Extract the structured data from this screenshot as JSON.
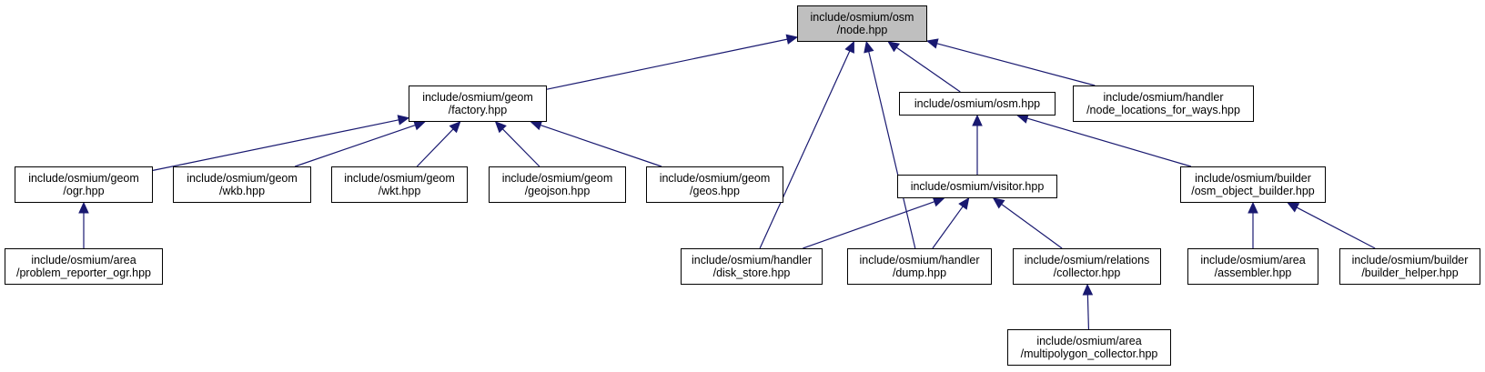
{
  "colors": {
    "edge": "#191970",
    "root_fill": "#bfbfbf",
    "node_fill": "#ffffff",
    "border": "#000000"
  },
  "nodes": {
    "node_hpp": {
      "line1": "include/osmium/osm",
      "line2": "/node.hpp"
    },
    "factory": {
      "line1": "include/osmium/geom",
      "line2": "/factory.hpp"
    },
    "osm_hpp": {
      "line1": "include/osmium/osm.hpp"
    },
    "node_locations": {
      "line1": "include/osmium/handler",
      "line2": "/node_locations_for_ways.hpp"
    },
    "ogr": {
      "line1": "include/osmium/geom",
      "line2": "/ogr.hpp"
    },
    "wkb": {
      "line1": "include/osmium/geom",
      "line2": "/wkb.hpp"
    },
    "wkt": {
      "line1": "include/osmium/geom",
      "line2": "/wkt.hpp"
    },
    "geojson": {
      "line1": "include/osmium/geom",
      "line2": "/geojson.hpp"
    },
    "geos": {
      "line1": "include/osmium/geom",
      "line2": "/geos.hpp"
    },
    "visitor": {
      "line1": "include/osmium/visitor.hpp"
    },
    "osm_object_builder": {
      "line1": "include/osmium/builder",
      "line2": "/osm_object_builder.hpp"
    },
    "problem_reporter_ogr": {
      "line1": "include/osmium/area",
      "line2": "/problem_reporter_ogr.hpp"
    },
    "disk_store": {
      "line1": "include/osmium/handler",
      "line2": "/disk_store.hpp"
    },
    "dump": {
      "line1": "include/osmium/handler",
      "line2": "/dump.hpp"
    },
    "collector": {
      "line1": "include/osmium/relations",
      "line2": "/collector.hpp"
    },
    "assembler": {
      "line1": "include/osmium/area",
      "line2": "/assembler.hpp"
    },
    "builder_helper": {
      "line1": "include/osmium/builder",
      "line2": "/builder_helper.hpp"
    },
    "multipolygon_collector": {
      "line1": "include/osmium/area",
      "line2": "/multipolygon_collector.hpp"
    }
  },
  "edges": [
    {
      "from": "factory",
      "to": "node_hpp"
    },
    {
      "from": "disk_store",
      "to": "node_hpp"
    },
    {
      "from": "dump",
      "to": "node_hpp"
    },
    {
      "from": "osm_hpp",
      "to": "node_hpp"
    },
    {
      "from": "node_locations",
      "to": "node_hpp"
    },
    {
      "from": "ogr",
      "to": "factory"
    },
    {
      "from": "wkb",
      "to": "factory"
    },
    {
      "from": "wkt",
      "to": "factory"
    },
    {
      "from": "geojson",
      "to": "factory"
    },
    {
      "from": "geos",
      "to": "factory"
    },
    {
      "from": "problem_reporter_ogr",
      "to": "ogr"
    },
    {
      "from": "visitor",
      "to": "osm_hpp"
    },
    {
      "from": "osm_object_builder",
      "to": "osm_hpp"
    },
    {
      "from": "disk_store",
      "to": "visitor"
    },
    {
      "from": "dump",
      "to": "visitor"
    },
    {
      "from": "collector",
      "to": "visitor"
    },
    {
      "from": "multipolygon_collector",
      "to": "collector"
    },
    {
      "from": "assembler",
      "to": "osm_object_builder"
    },
    {
      "from": "builder_helper",
      "to": "osm_object_builder"
    }
  ]
}
